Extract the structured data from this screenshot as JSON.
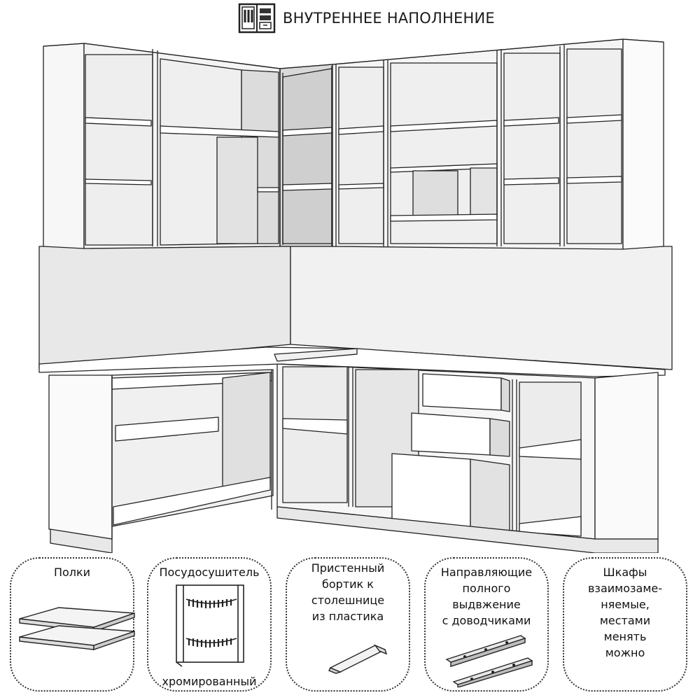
{
  "header": {
    "title": "ВНУТРЕННЕЕ НАПОЛНЕНИЕ",
    "icon": "wardrobe-icon"
  },
  "illustration": {
    "subject": "kitchen-corner-set-line-drawing"
  },
  "features": [
    {
      "id": "shelves",
      "icon": "shelves-icon",
      "lines": [
        "Полки"
      ]
    },
    {
      "id": "dish-rack",
      "icon": "dish-rack-icon",
      "lines": [
        "Посудосушитель",
        "хромированный"
      ]
    },
    {
      "id": "backsplash",
      "icon": "plastic-edge-icon",
      "lines": [
        "Пристенный",
        "бортик к",
        "столешнице",
        "из пластика"
      ]
    },
    {
      "id": "slides",
      "icon": "drawer-slides-icon",
      "lines": [
        "Направляющие",
        "полного",
        "выдвжение",
        "с доводчиками"
      ]
    },
    {
      "id": "cabinets",
      "icon": "",
      "lines": [
        "Шкафы",
        "взаимозаме-",
        "няемые,",
        "местами",
        "менять",
        "можно"
      ]
    }
  ]
}
